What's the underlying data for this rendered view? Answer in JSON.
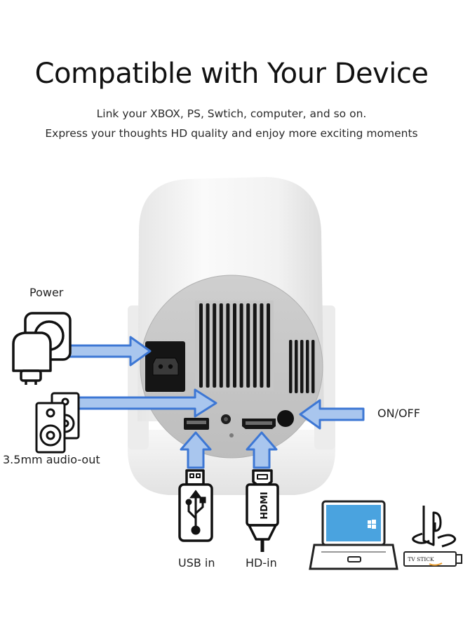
{
  "header": {
    "title": "Compatible with Your Device",
    "subtitle_line1": "Link your XBOX, PS, Swtich, computer,  and so on.",
    "subtitle_line2": "Express your thoughts HD quality and enjoy more exciting moments"
  },
  "ports": {
    "power": "Power",
    "audio": "3.5mm audio-out",
    "onoff": "ON/OFF",
    "usb": "USB in",
    "hdmi": "HD-in"
  },
  "connector_text": {
    "hdmi_plug": "HDMI",
    "tv_stick": "TV STICK"
  },
  "colors": {
    "arrow": "#a9c6ee",
    "arrow_outline": "#3d77d4",
    "projector_body": "#f4f4f4",
    "back_panel": "#c8c8c8",
    "laptop_screen": "#4aa3df"
  }
}
